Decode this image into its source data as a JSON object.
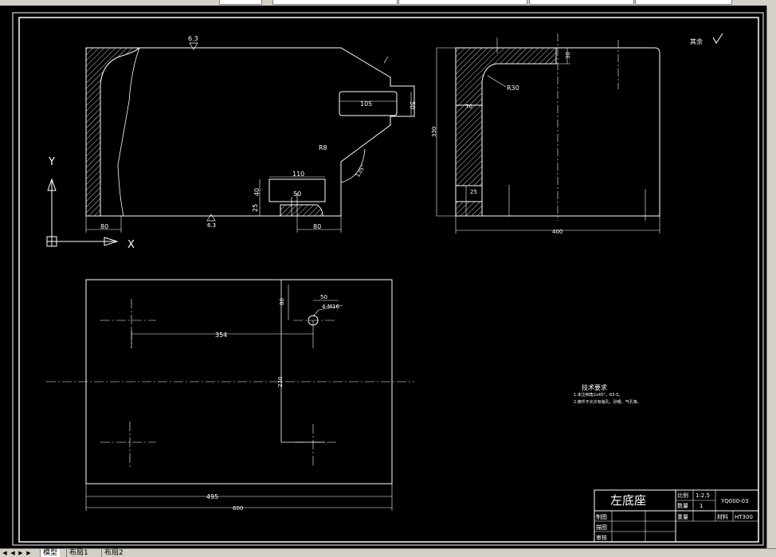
{
  "tabs": [
    {
      "label": "模型",
      "active": true
    },
    {
      "label": "布局1",
      "active": false
    },
    {
      "label": "布局2",
      "active": false
    }
  ],
  "drawing": {
    "title": "左底座",
    "ratio_label": "比例",
    "ratio_value": "1:2.5",
    "count_label": "数量",
    "count_value": "1",
    "weight_label": "重量",
    "material_label": "材料",
    "material_value": "HT300",
    "drawing_no": "YQ000-03",
    "draw_label": "制图",
    "check_label": "描图",
    "review_label": "审核",
    "roughness_note": "其余",
    "tech_title": "技术要求",
    "tech_line1": "1.未注倒角2x45°，R3-5。",
    "tech_line2": "2.铸件不允许有缩孔、砂眼、气孔等。",
    "axis_y": "Y",
    "axis_x": "X",
    "dims": {
      "roughness1": "6.3",
      "roughness2": "6.3",
      "slot_width": "105",
      "slot_height": "50",
      "slot_top": "110",
      "foot_width": "50",
      "dim_40": "40",
      "dim_25": "25",
      "dim_80a": "80",
      "dim_80b": "80",
      "R8": "R8",
      "angle": "135°",
      "side_30": "30",
      "side_R30": "R30",
      "side_70": "70",
      "side_25": "25",
      "side_330": "330",
      "side_400": "400",
      "plan_50": "50",
      "plan_M16": "4-M16",
      "plan_80": "80",
      "plan_354": "354",
      "plan_230": "230",
      "plan_495": "495",
      "plan_600": "600"
    }
  }
}
